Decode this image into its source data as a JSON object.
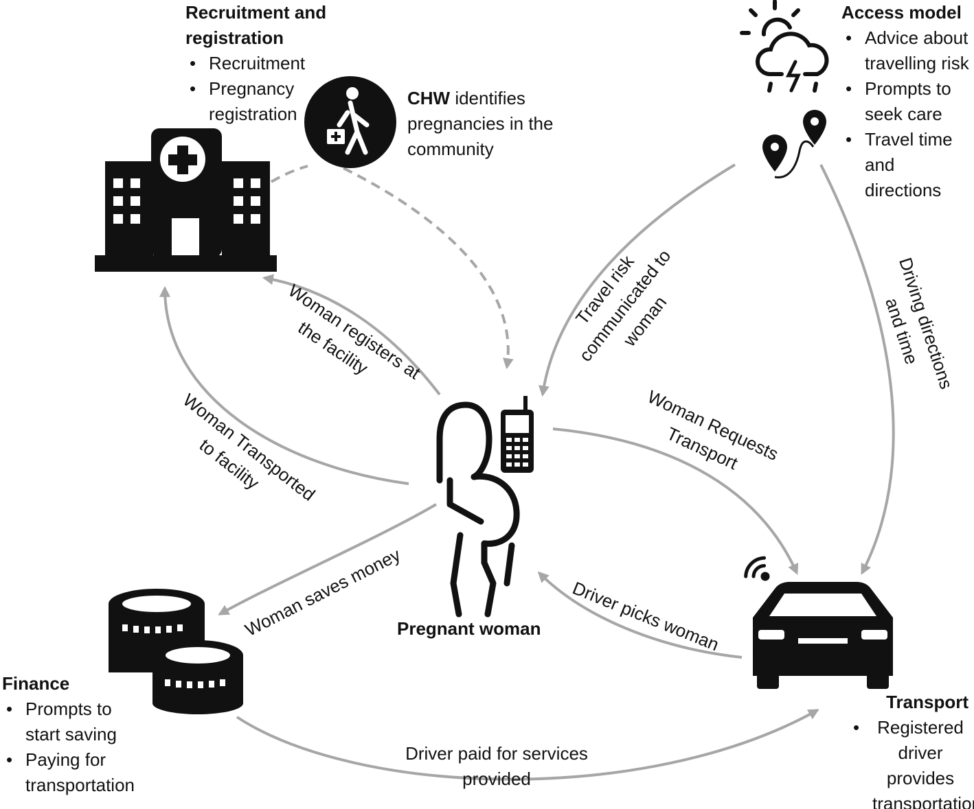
{
  "nodes": {
    "recruitment": {
      "title_line1": "Recruitment and",
      "title_line2": "registration",
      "bullets": [
        "Recruitment",
        "Pregnancy registration"
      ]
    },
    "chw": {
      "title": "CHW",
      "text_line1": " identifies",
      "text_line2": "pregnancies in the",
      "text_line3": "community"
    },
    "access": {
      "title": "Access model",
      "bullets": [
        "Advice about travelling risk",
        "Prompts to seek care",
        "Travel time and directions"
      ]
    },
    "woman": {
      "title": "Pregnant woman"
    },
    "finance": {
      "title": "Finance",
      "bullets": [
        "Prompts to start saving",
        "Paying for transportation"
      ]
    },
    "transport": {
      "title": "Transport",
      "bullets": [
        "Registered driver provides transportation"
      ]
    }
  },
  "edges": {
    "registers": {
      "line1": "Woman registers at",
      "line2": "the facility"
    },
    "transported": {
      "line1": "Woman Transported",
      "line2": "to facility"
    },
    "travel_risk": {
      "line1": "Travel risk",
      "line2": "communicated to",
      "line3": "woman"
    },
    "driving": {
      "line1": "Driving directions",
      "line2": "and time"
    },
    "requests": {
      "line1": "Woman Requests",
      "line2": "Transport"
    },
    "saves": {
      "line1": "Woman saves money"
    },
    "picks": {
      "line1": "Driver picks woman"
    },
    "paid": {
      "line1": "Driver paid for services",
      "line2": "provided"
    }
  },
  "icons": {
    "hospital": "hospital-icon",
    "chw": "health-worker-icon",
    "weather": "weather-storm-icon",
    "route": "map-route-icon",
    "woman": "pregnant-woman-icon",
    "phone": "mobile-phone-icon",
    "coins": "coins-icon",
    "car": "car-icon",
    "wifi": "wireless-signal-icon"
  },
  "colors": {
    "icon": "#111111",
    "arrow": "#a6a6a6",
    "text": "#111111"
  }
}
